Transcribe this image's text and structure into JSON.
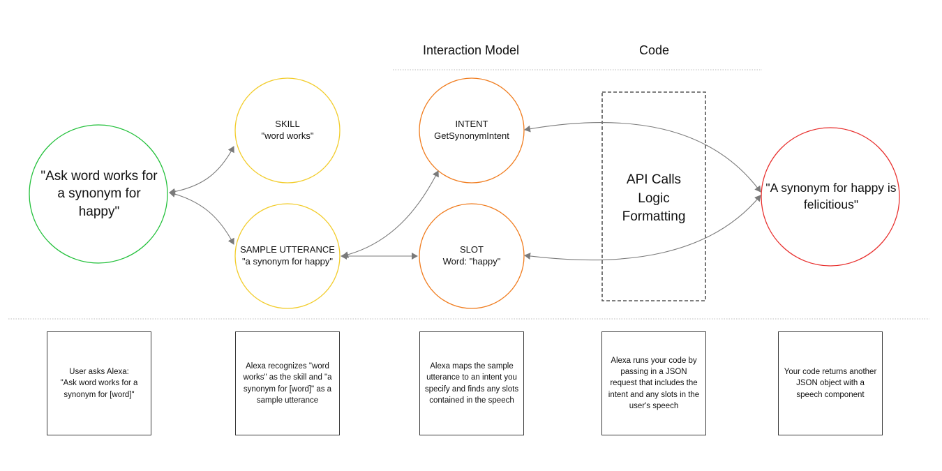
{
  "headers": {
    "interaction_model": "Interaction Model",
    "code": "Code"
  },
  "nodes": {
    "user_request": "\"Ask word works for a synonym for happy\"",
    "skill": {
      "title": "SKILL",
      "value": "\"word works\""
    },
    "sample_utterance": {
      "title": "SAMPLE UTTERANCE",
      "value": "\"a synonym for happy\""
    },
    "intent": {
      "title": "INTENT",
      "value": "GetSynonymIntent"
    },
    "slot": {
      "title": "SLOT",
      "value": "Word: \"happy\""
    },
    "code_box": [
      "API Calls",
      "Logic",
      "Formatting"
    ],
    "response": "\"A synonym for happy is felicitious\""
  },
  "descriptions": [
    "User asks Alexa:\n\"Ask word works for a synonym for [word]\"",
    "Alexa recognizes \"word works\" as the skill and \"a synonym for [word]\" as a sample utterance",
    "Alexa maps the sample utterance to an intent you specify and finds any slots contained in the speech",
    "Alexa runs your code by passing in a JSON request that includes the intent and any slots in the user's speech",
    "Your code returns another JSON object with a speech component"
  ],
  "colors": {
    "user_circle": "#22c03a",
    "skill_circle": "#f2cc2a",
    "interaction_circle": "#f07c1e",
    "response_circle": "#e8302e",
    "arrow": "#7a7a7a",
    "divider": "#bbbbbb"
  }
}
